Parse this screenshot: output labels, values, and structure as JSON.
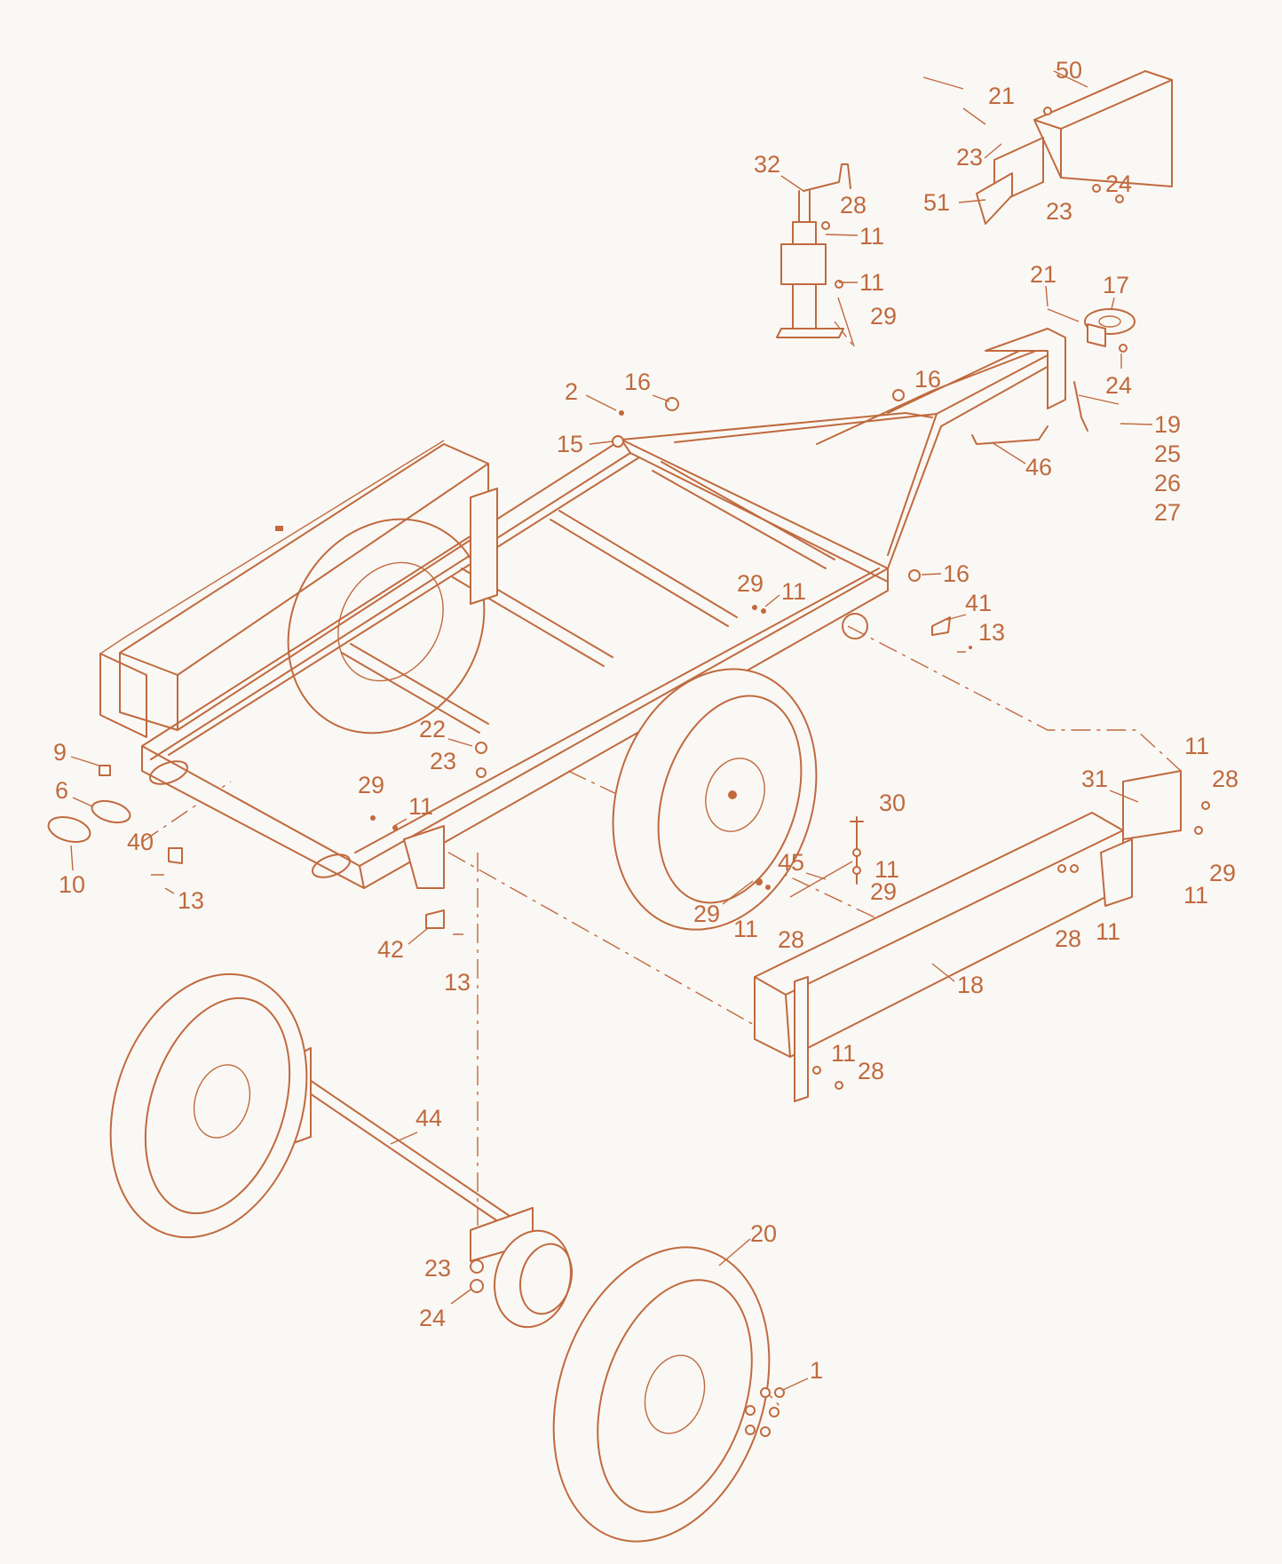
{
  "colors": {
    "line": "#c06a3e",
    "background": "#faf8f5"
  },
  "callouts": {
    "c1": "1",
    "c2": "2",
    "c6": "6",
    "c9": "9",
    "c10": "10",
    "c11a": "11",
    "c11b": "11",
    "c11c": "11",
    "c11d": "11",
    "c11e": "11",
    "c11f": "11",
    "c11g": "11",
    "c11h": "11",
    "c11i": "11",
    "c11j": "11",
    "c13a": "13",
    "c13b": "13",
    "c13c": "13",
    "c15": "15",
    "c16a": "16",
    "c16b": "16",
    "c16c": "16",
    "c17": "17",
    "c18": "18",
    "c19": "19",
    "c20": "20",
    "c21a": "21",
    "c21b": "21",
    "c22": "22",
    "c23a": "23",
    "c23b": "23",
    "c23c": "23",
    "c23d": "23",
    "c24a": "24",
    "c24b": "24",
    "c24c": "24",
    "c25": "25",
    "c26": "26",
    "c27": "27",
    "c28a": "28",
    "c28b": "28",
    "c28c": "28",
    "c28d": "28",
    "c28e": "28",
    "c29a": "29",
    "c29b": "29",
    "c29c": "29",
    "c29d": "29",
    "c29e": "29",
    "c29f": "29",
    "c30": "30",
    "c31": "31",
    "c32": "32",
    "c40": "40",
    "c41": "41",
    "c42": "42",
    "c44": "44",
    "c45": "45",
    "c46": "46",
    "c50": "50",
    "c51": "51"
  }
}
